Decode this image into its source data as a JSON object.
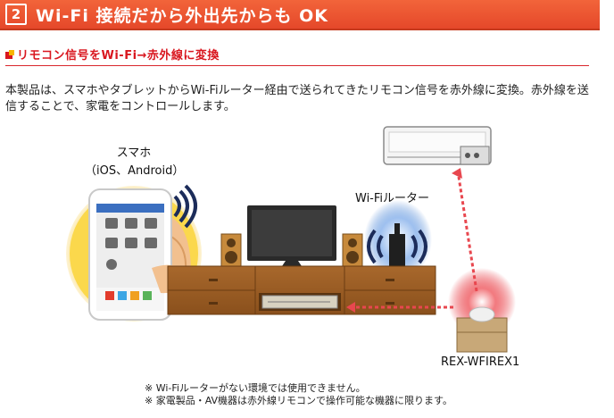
{
  "banner": {
    "number": "2",
    "title": "Wi-Fi 接続だから外出先からも OK"
  },
  "subheading": "リモコン信号をWi-Fi→赤外線に変換",
  "description": "本製品は、スマホやタブレットからWi-Fiルーター経由で送られてきたリモコン信号を赤外線に変換。赤外線を送信することで、家電をコントロールします。",
  "illustration": {
    "phone_label": "スマホ",
    "phone_os": "（iOS、Android）",
    "router_label": "Wi-Fiルーター",
    "device_label": "REX-WFIREX1",
    "colors": {
      "phone_glow": "#f7c428",
      "router_glow": "#5b8fd6",
      "device_glow": "#e3202a",
      "ir_line": "#e8474f",
      "tv_stand": "#9a5a24"
    }
  },
  "notes": [
    "※ Wi-Fiルーターがない環境では使用できません。",
    "※ 家電製品・AV機器は赤外線リモコンで操作可能な機器に限ります。"
  ]
}
